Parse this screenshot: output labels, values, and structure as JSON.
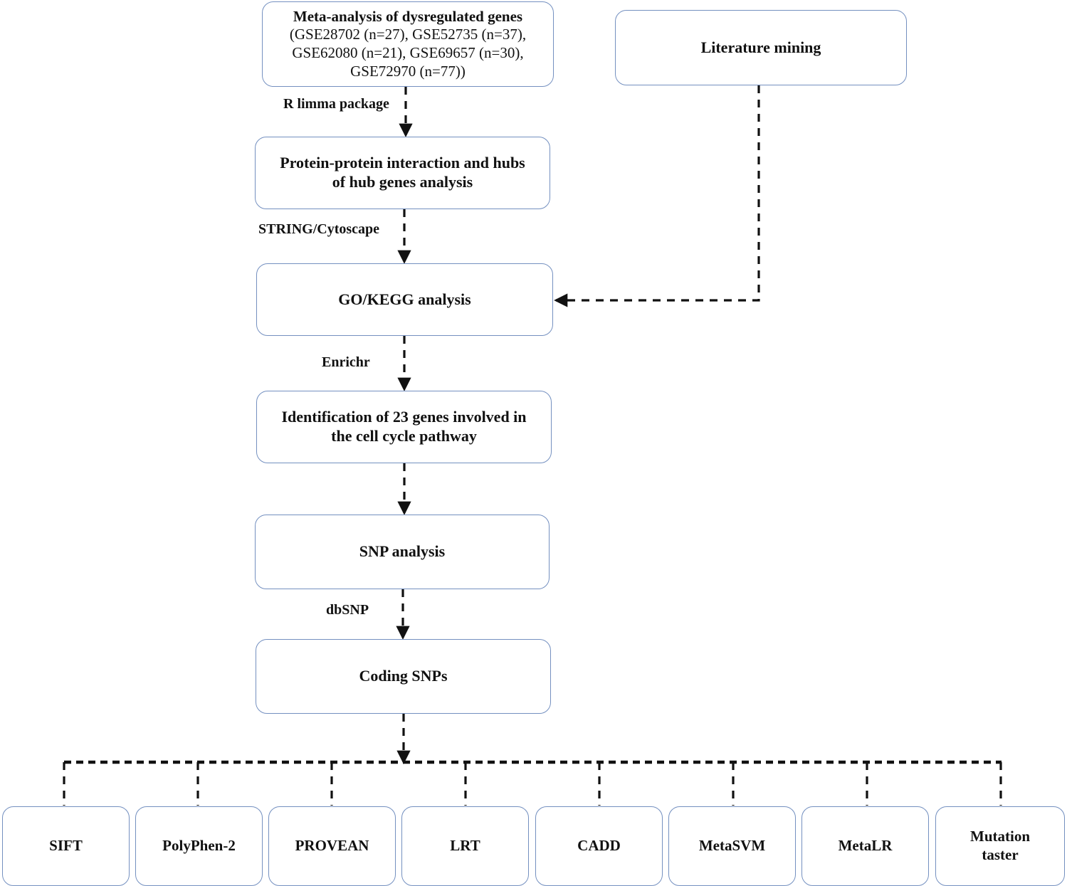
{
  "diagram": {
    "title": "Bioinformatics analysis workflow flowchart",
    "accent_border_color": "#7490c0",
    "line_color": "#111111",
    "background": "#ffffff"
  },
  "nodes": {
    "meta_analysis": {
      "line1": "Meta-analysis of dysregulated genes",
      "line2": "(GSE28702 (n=27), GSE52735 (n=37),",
      "line3": "GSE62080 (n=21), GSE69657 (n=30),",
      "line4": "GSE72970 (n=77))"
    },
    "literature_mining": {
      "label": "Literature mining"
    },
    "ppi": {
      "line1": "Protein-protein interaction and hubs",
      "line2": "of hub genes analysis"
    },
    "go_kegg": {
      "label": "GO/KEGG analysis"
    },
    "identification": {
      "line1": "Identification of 23 genes involved in",
      "line2": "the cell cycle pathway"
    },
    "snp_analysis": {
      "label": "SNP analysis"
    },
    "coding_snps": {
      "label": "Coding SNPs"
    }
  },
  "edge_labels": {
    "limma": "R limma  package",
    "string_cytoscape": "STRING/Cytoscape",
    "enrichr": "Enrichr",
    "dbsnp": "dbSNP"
  },
  "tools": [
    {
      "label": "SIFT"
    },
    {
      "label": "PolyPhen-2"
    },
    {
      "label": "PROVEAN"
    },
    {
      "label": "LRT"
    },
    {
      "label": "CADD"
    },
    {
      "label": "MetaSVM"
    },
    {
      "label": "MetaLR"
    },
    {
      "line1": "Mutation",
      "line2": "taster"
    }
  ]
}
